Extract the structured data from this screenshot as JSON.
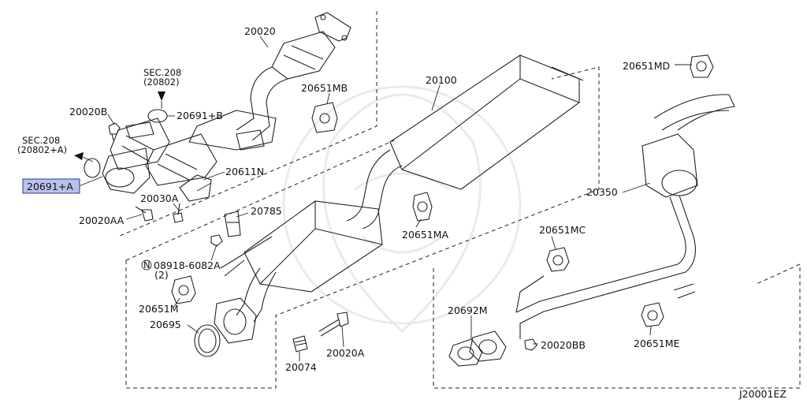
{
  "diagram": {
    "code": "J20001EZ",
    "sec_labels": [
      {
        "line1": "SEC.208",
        "line2": "(20802)"
      },
      {
        "line1": "SEC.208",
        "line2": "(20802+A)"
      }
    ],
    "parts": {
      "p20020": "20020",
      "p20691B": "20691+B",
      "p20020B": "20020B",
      "p20691A": "20691+A",
      "p20611N": "20611N",
      "p20030A": "20030A",
      "p20020AA": "20020AA",
      "p20785": "20785",
      "p08918": "08918-6082A",
      "p08918_qty": "(2)",
      "p08918_prefix": "N",
      "p20651M": "20651M",
      "p20695": "20695",
      "p20074": "20074",
      "p20020A": "20020A",
      "p20651MB": "20651MB",
      "p20100": "20100",
      "p20651MA": "20651MA",
      "p20651MD": "20651MD",
      "p20350": "20350",
      "p20651MC": "20651MC",
      "p20692M": "20692M",
      "p20020BB": "20020BB",
      "p20651ME": "20651ME"
    },
    "highlighted_part": "20691+A",
    "highlight_color": "#b9c2ea"
  }
}
